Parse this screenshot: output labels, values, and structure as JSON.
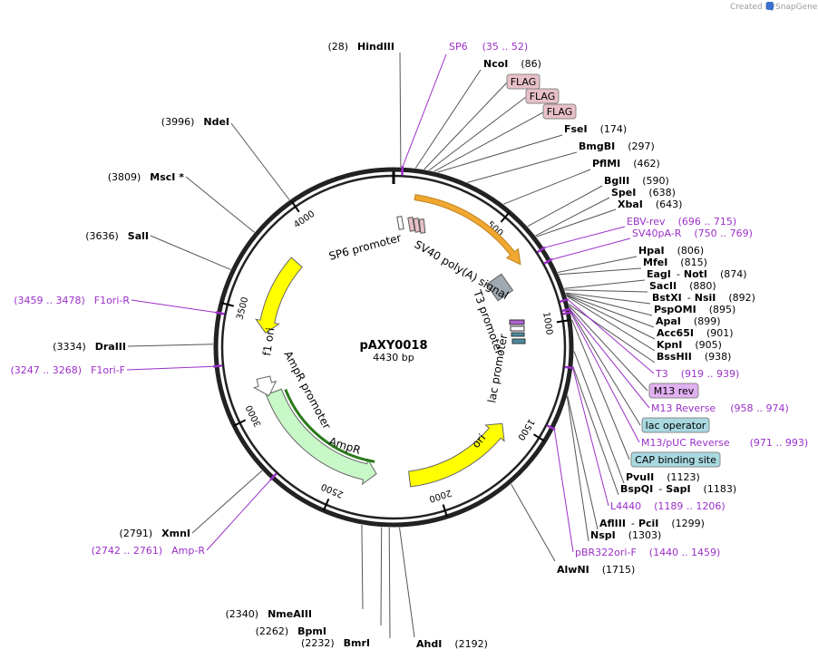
{
  "credit": "Created by",
  "credit_brand": "SnapGene",
  "plasmid": {
    "name": "pAXY0018",
    "size_label": "4430 bp",
    "length": 4430
  },
  "ticks": [
    {
      "pos": 500,
      "label": "500"
    },
    {
      "pos": 1000,
      "label": "1000"
    },
    {
      "pos": 1500,
      "label": "1500"
    },
    {
      "pos": 2000,
      "label": "2000"
    },
    {
      "pos": 2500,
      "label": "2500"
    },
    {
      "pos": 3000,
      "label": "3000"
    },
    {
      "pos": 3500,
      "label": "3500"
    },
    {
      "pos": 4000,
      "label": "4000"
    }
  ],
  "features": [
    {
      "name": "SV40 poly(A) signal",
      "start": 100,
      "end": 700,
      "color": "#f0a830"
    },
    {
      "name": "ori",
      "start": 1540,
      "end": 2130,
      "color": "#ffff00"
    },
    {
      "name": "AmpR",
      "start": 2310,
      "end": 3070,
      "color": "#c8f8c8"
    },
    {
      "name": "AmpR promoter",
      "start": 3060,
      "end": 3160,
      "color": "#ffffff"
    },
    {
      "name": "f1 ori",
      "start": 3400,
      "end": 3830,
      "color": "#ffff00"
    }
  ],
  "inner_labels": [
    "SP6 promoter",
    "SV40 poly(A) signal",
    "T3 promoter",
    "lac promoter",
    "ori",
    "AmpR",
    "AmpR promoter",
    "f1 ori"
  ],
  "boxed_labels": [
    {
      "text": "FLAG",
      "fill": "#e8c0c8"
    },
    {
      "text": "FLAG",
      "fill": "#e8c0c8"
    },
    {
      "text": "FLAG",
      "fill": "#e8c0c8"
    },
    {
      "text": "M13 rev",
      "fill": "#e0b0f0"
    },
    {
      "text": "lac operator",
      "fill": "#a8d8e0"
    },
    {
      "text": "CAP binding site",
      "fill": "#a8d8e0"
    }
  ],
  "right_labels": [
    {
      "kind": "primer",
      "name": "SP6",
      "pos": "(35 .. 52)"
    },
    {
      "kind": "enzyme",
      "name": "NcoI",
      "pos": "(86)"
    },
    {
      "kind": "enzyme",
      "name": "FseI",
      "pos": "(174)"
    },
    {
      "kind": "enzyme",
      "name": "BmgBI",
      "pos": "(297)"
    },
    {
      "kind": "enzyme",
      "name": "PflMI",
      "pos": "(462)"
    },
    {
      "kind": "enzyme",
      "name": "BglII",
      "pos": "(590)"
    },
    {
      "kind": "enzyme",
      "name": "SpeI",
      "pos": "(638)"
    },
    {
      "kind": "enzyme",
      "name": "XbaI",
      "pos": "(643)"
    },
    {
      "kind": "primer",
      "name": "EBV-rev",
      "pos": "(696 .. 715)"
    },
    {
      "kind": "primer",
      "name": "SV40pA-R",
      "pos": "(750 .. 769)"
    },
    {
      "kind": "enzyme",
      "name": "HpaI",
      "pos": "(806)"
    },
    {
      "kind": "enzyme",
      "name": "MfeI",
      "pos": "(815)"
    },
    {
      "kind": "enzyme",
      "name": "EagI",
      "name2": "NotI",
      "pos": "(874)"
    },
    {
      "kind": "enzyme",
      "name": "SacII",
      "pos": "(880)"
    },
    {
      "kind": "enzyme",
      "name": "BstXI",
      "name2": "NsiI",
      "pos": "(892)"
    },
    {
      "kind": "enzyme",
      "name": "PspOMI",
      "pos": "(895)"
    },
    {
      "kind": "enzyme",
      "name": "ApaI",
      "pos": "(899)"
    },
    {
      "kind": "enzyme",
      "name": "Acc65I",
      "pos": "(901)"
    },
    {
      "kind": "enzyme",
      "name": "KpnI",
      "pos": "(905)"
    },
    {
      "kind": "enzyme",
      "name": "BssHII",
      "pos": "(938)"
    },
    {
      "kind": "primer",
      "name": "T3",
      "pos": "(919 .. 939)"
    },
    {
      "kind": "primer",
      "name": "M13 Reverse",
      "pos": "(958 .. 974)"
    },
    {
      "kind": "primer",
      "name": "M13/pUC Reverse",
      "pos": "(971 .. 993)"
    },
    {
      "kind": "enzyme",
      "name": "PvuII",
      "pos": "(1123)"
    },
    {
      "kind": "enzyme",
      "name": "BspQI",
      "name2": "SapI",
      "pos": "(1183)"
    },
    {
      "kind": "primer",
      "name": "L4440",
      "pos": "(1189 .. 1206)"
    },
    {
      "kind": "enzyme",
      "name": "AflIII",
      "name2": "PciI",
      "pos": "(1299)"
    },
    {
      "kind": "enzyme",
      "name": "NspI",
      "pos": "(1303)"
    },
    {
      "kind": "primer",
      "name": "pBR322ori-F",
      "pos": "(1440 .. 1459)"
    },
    {
      "kind": "enzyme",
      "name": "AlwNI",
      "pos": "(1715)"
    },
    {
      "kind": "enzyme",
      "name": "AhdI",
      "pos": "(2192)"
    }
  ],
  "left_labels": [
    {
      "kind": "enzyme",
      "name": "HindIII",
      "pos": "(28)"
    },
    {
      "kind": "enzyme",
      "name": "NdeI",
      "pos": "(3996)"
    },
    {
      "kind": "enzyme",
      "name": "MscI *",
      "pos": "(3809)"
    },
    {
      "kind": "enzyme",
      "name": "SalI",
      "pos": "(3636)"
    },
    {
      "kind": "primer",
      "name": "F1ori-R",
      "pos": "(3459 .. 3478)"
    },
    {
      "kind": "enzyme",
      "name": "DraIII",
      "pos": "(3334)"
    },
    {
      "kind": "primer",
      "name": "F1ori-F",
      "pos": "(3247 .. 3268)"
    },
    {
      "kind": "enzyme",
      "name": "XmnI",
      "pos": "(2791)"
    },
    {
      "kind": "primer",
      "name": "Amp-R",
      "pos": "(2742 .. 2761)"
    },
    {
      "kind": "enzyme",
      "name": "NmeAIII",
      "pos": "(2340)"
    },
    {
      "kind": "enzyme",
      "name": "BpmI",
      "pos": "(2262)"
    },
    {
      "kind": "enzyme",
      "name": "BmrI",
      "pos": "(2232)"
    }
  ]
}
